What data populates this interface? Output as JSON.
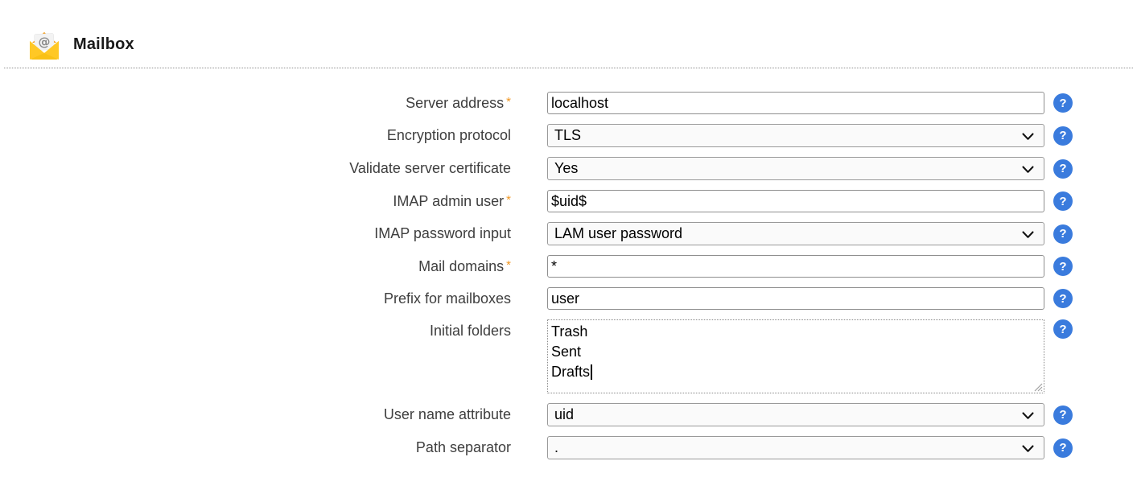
{
  "header": {
    "title": "Mailbox"
  },
  "form": {
    "required_marker": "*",
    "help_icon_glyph": "?",
    "fields": [
      {
        "id": "server_address",
        "label": "Server address",
        "required": true,
        "type": "text",
        "value": "localhost"
      },
      {
        "id": "encryption_protocol",
        "label": "Encryption protocol",
        "required": false,
        "type": "select",
        "value": "TLS"
      },
      {
        "id": "validate_server_certificate",
        "label": "Validate server certificate",
        "required": false,
        "type": "select",
        "value": "Yes"
      },
      {
        "id": "imap_admin_user",
        "label": "IMAP admin user",
        "required": true,
        "type": "text",
        "value": "$uid$"
      },
      {
        "id": "imap_password_input",
        "label": "IMAP password input",
        "required": false,
        "type": "select",
        "value": "LAM user password"
      },
      {
        "id": "mail_domains",
        "label": "Mail domains",
        "required": true,
        "type": "text",
        "value": "*"
      },
      {
        "id": "prefix_for_mailboxes",
        "label": "Prefix for mailboxes",
        "required": false,
        "type": "text",
        "value": "user"
      },
      {
        "id": "initial_folders",
        "label": "Initial folders",
        "required": false,
        "type": "textarea",
        "value": "Trash\nSent\nDrafts"
      },
      {
        "id": "user_name_attribute",
        "label": "User name attribute",
        "required": false,
        "type": "select",
        "value": "uid"
      },
      {
        "id": "path_separator",
        "label": "Path separator",
        "required": false,
        "type": "select",
        "value": "."
      }
    ]
  },
  "colors": {
    "help_blue": "#3a7bdd",
    "required_orange": "#f09622",
    "envelope_yellow": "#f9c116",
    "envelope_yellow_bright": "#ffc825",
    "envelope_flap_orange": "#f59300"
  }
}
